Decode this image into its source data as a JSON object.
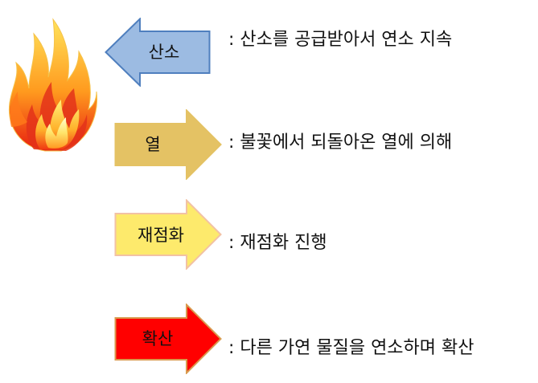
{
  "rows": [
    {
      "label": "산소",
      "description": ": 산소를 공급받아서 연소 지속",
      "fill": "#9cbbe2",
      "stroke": "#4f7fbe",
      "direction": "left"
    },
    {
      "label": "열",
      "description": ": 불꽃에서 되돌아온 열에 의해",
      "fill": "#e4c264",
      "stroke": "#e4c264",
      "direction": "right"
    },
    {
      "label": "재점화",
      "description": ": 재점화 진행",
      "fill": "#fdea6c",
      "stroke": "#f2c2a4",
      "direction": "right"
    },
    {
      "label": "확산",
      "description": ": 다른 가연 물질을 연소하며 확산",
      "fill": "#ff0000",
      "stroke": "#d99a4e",
      "direction": "right"
    }
  ],
  "icons": {
    "flame": "flame-icon"
  }
}
